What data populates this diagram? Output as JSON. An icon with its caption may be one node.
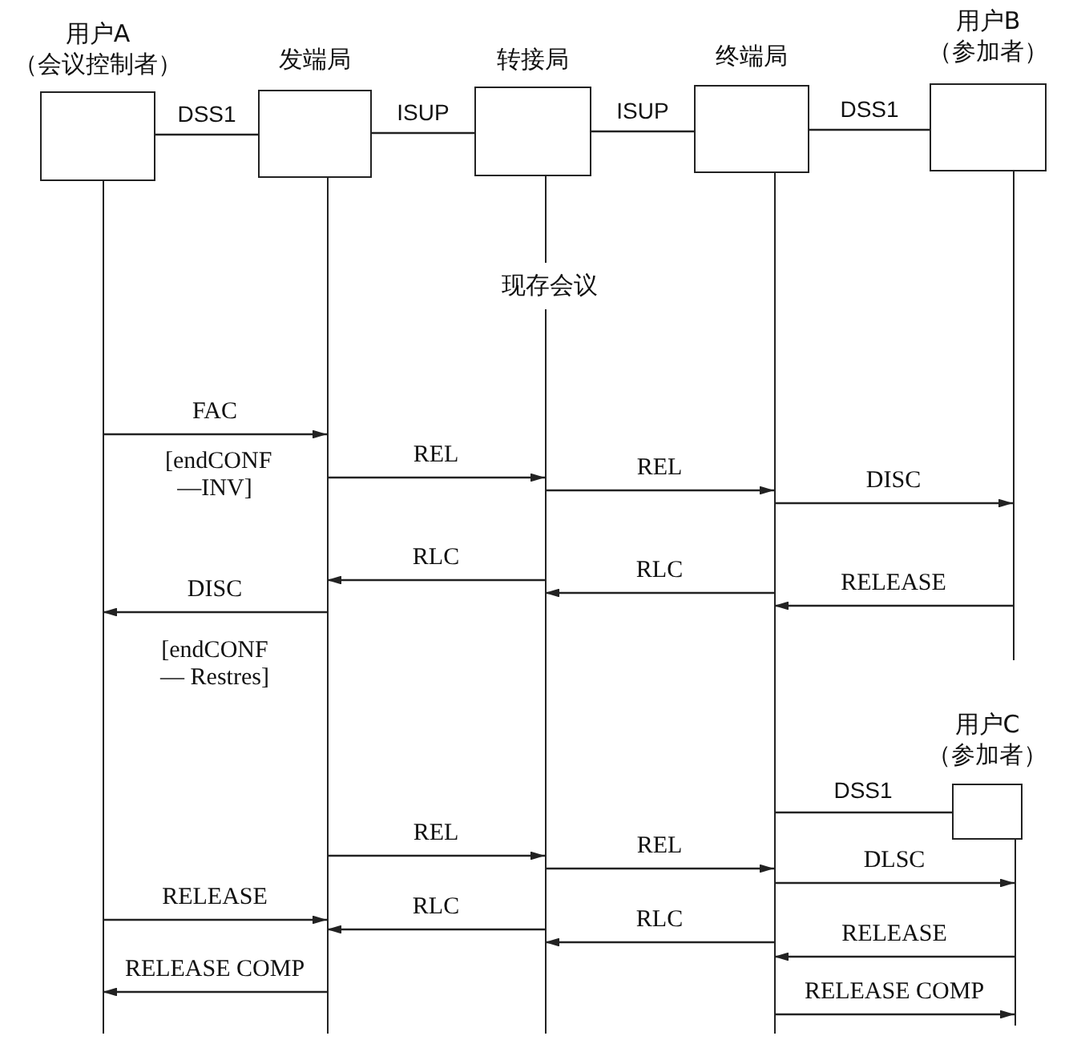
{
  "diagram": {
    "nodes": [
      {
        "text": [
          "用户A",
          "（会议控制者）"
        ]
      },
      {
        "text": [
          "发端局"
        ]
      },
      {
        "text": [
          "转接局"
        ]
      },
      {
        "text": [
          "终端局"
        ]
      },
      {
        "text": [
          "用户B",
          "（参加者）"
        ]
      },
      {
        "text": [
          "用户C",
          "（参加者）"
        ]
      },
      {
        "text": [],
        "shape": "line"
      },
      {
        "text": [],
        "shape": "line"
      },
      {
        "text": [],
        "shape": "line"
      },
      {
        "text": [],
        "shape": "line"
      },
      {
        "text": [],
        "shape": "line"
      },
      {
        "text": [],
        "shape": "line"
      }
    ],
    "edges": [
      {
        "from": 0,
        "to": 1,
        "arrow": "none",
        "label": "DSS1"
      },
      {
        "from": 1,
        "to": 2,
        "arrow": "none",
        "label": "ISUP"
      },
      {
        "from": 2,
        "to": 3,
        "arrow": "none",
        "label": "ISUP"
      },
      {
        "from": 3,
        "to": 4,
        "arrow": "none",
        "label": "DSS1"
      },
      {
        "from": 6,
        "to": 7,
        "arrow": "to",
        "label": "FAC"
      },
      {
        "from": 7,
        "to": 8,
        "arrow": "to",
        "label": "REL"
      },
      {
        "from": 8,
        "to": 9,
        "arrow": "to",
        "label": "REL"
      },
      {
        "from": 9,
        "to": 10,
        "arrow": "to",
        "label": "DISC"
      },
      {
        "from": 8,
        "to": 7,
        "arrow": "to",
        "label": "RLC"
      },
      {
        "from": 9,
        "to": 8,
        "arrow": "to",
        "label": "RLC"
      },
      {
        "from": 10,
        "to": 9,
        "arrow": "to",
        "label": "RELEASE"
      },
      {
        "from": 7,
        "to": 6,
        "arrow": "to",
        "label": "DISC"
      },
      {
        "from": 9,
        "to": 5,
        "arrow": "none",
        "label": "DSS1"
      },
      {
        "from": 7,
        "to": 8,
        "arrow": "to",
        "label": "REL"
      },
      {
        "from": 8,
        "to": 9,
        "arrow": "to",
        "label": "REL"
      },
      {
        "from": 9,
        "to": 11,
        "arrow": "to",
        "label": "DLSC"
      },
      {
        "from": 6,
        "to": 7,
        "arrow": "to",
        "label": "RELEASE"
      },
      {
        "from": 8,
        "to": 7,
        "arrow": "to",
        "label": "RLC"
      },
      {
        "from": 9,
        "to": 8,
        "arrow": "to",
        "label": "RLC"
      },
      {
        "from": 11,
        "to": 9,
        "arrow": "to",
        "label": "RELEASE"
      },
      {
        "from": 7,
        "to": 6,
        "arrow": "to",
        "label": "RELEASE COMP"
      },
      {
        "from": 9,
        "to": 11,
        "arrow": "to",
        "label": "RELEASE COMP"
      }
    ],
    "labels": [
      "现存会议",
      "[endCONF —INV]",
      "[endCONF— Restres]"
    ]
  }
}
